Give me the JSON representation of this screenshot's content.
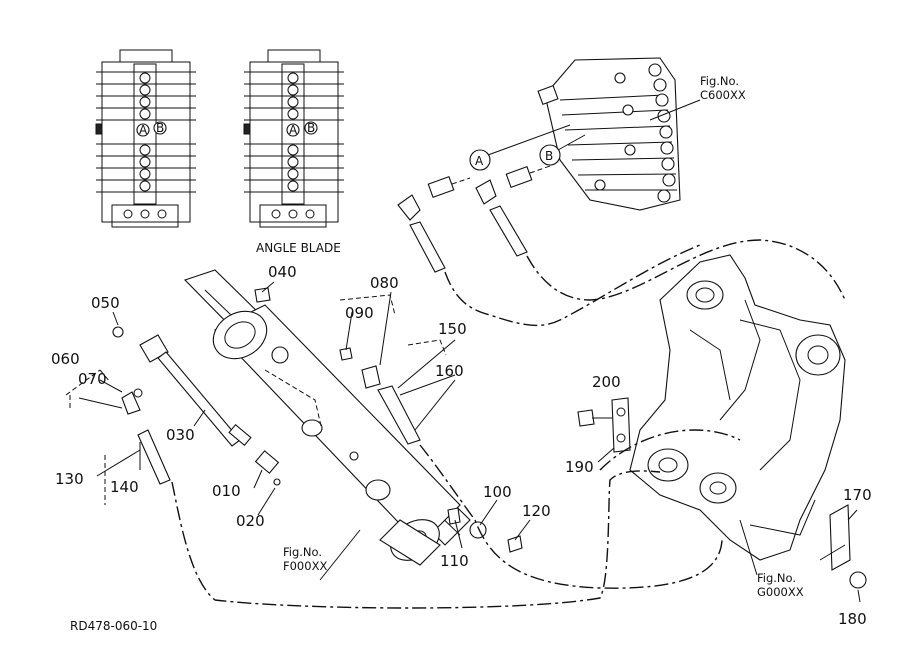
{
  "drawing": {
    "code": "RD478-060-10",
    "valve_caption": "ANGLE BLADE",
    "port_a": "A",
    "port_b": "B"
  },
  "parts": [
    {
      "no": "010"
    },
    {
      "no": "020"
    },
    {
      "no": "030"
    },
    {
      "no": "040"
    },
    {
      "no": "050"
    },
    {
      "no": "060"
    },
    {
      "no": "070"
    },
    {
      "no": "080"
    },
    {
      "no": "090"
    },
    {
      "no": "100"
    },
    {
      "no": "110"
    },
    {
      "no": "120"
    },
    {
      "no": "130"
    },
    {
      "no": "140"
    },
    {
      "no": "150"
    },
    {
      "no": "160"
    },
    {
      "no": "170"
    },
    {
      "no": "180"
    },
    {
      "no": "190"
    },
    {
      "no": "200"
    }
  ],
  "figure_refs": [
    {
      "line1": "Fig.No.",
      "line2": "C600XX"
    },
    {
      "line1": "Fig.No.",
      "line2": "F000XX"
    },
    {
      "line1": "Fig.No.",
      "line2": "G000XX"
    }
  ]
}
